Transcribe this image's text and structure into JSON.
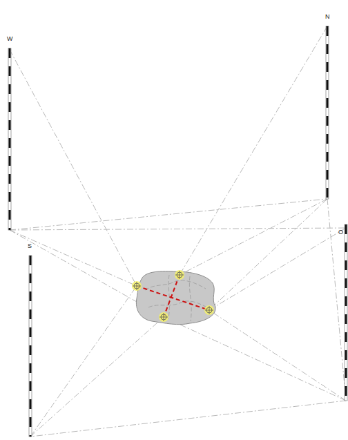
{
  "diagram": {
    "labels": [
      "W",
      "N",
      "S",
      "O"
    ]
  }
}
